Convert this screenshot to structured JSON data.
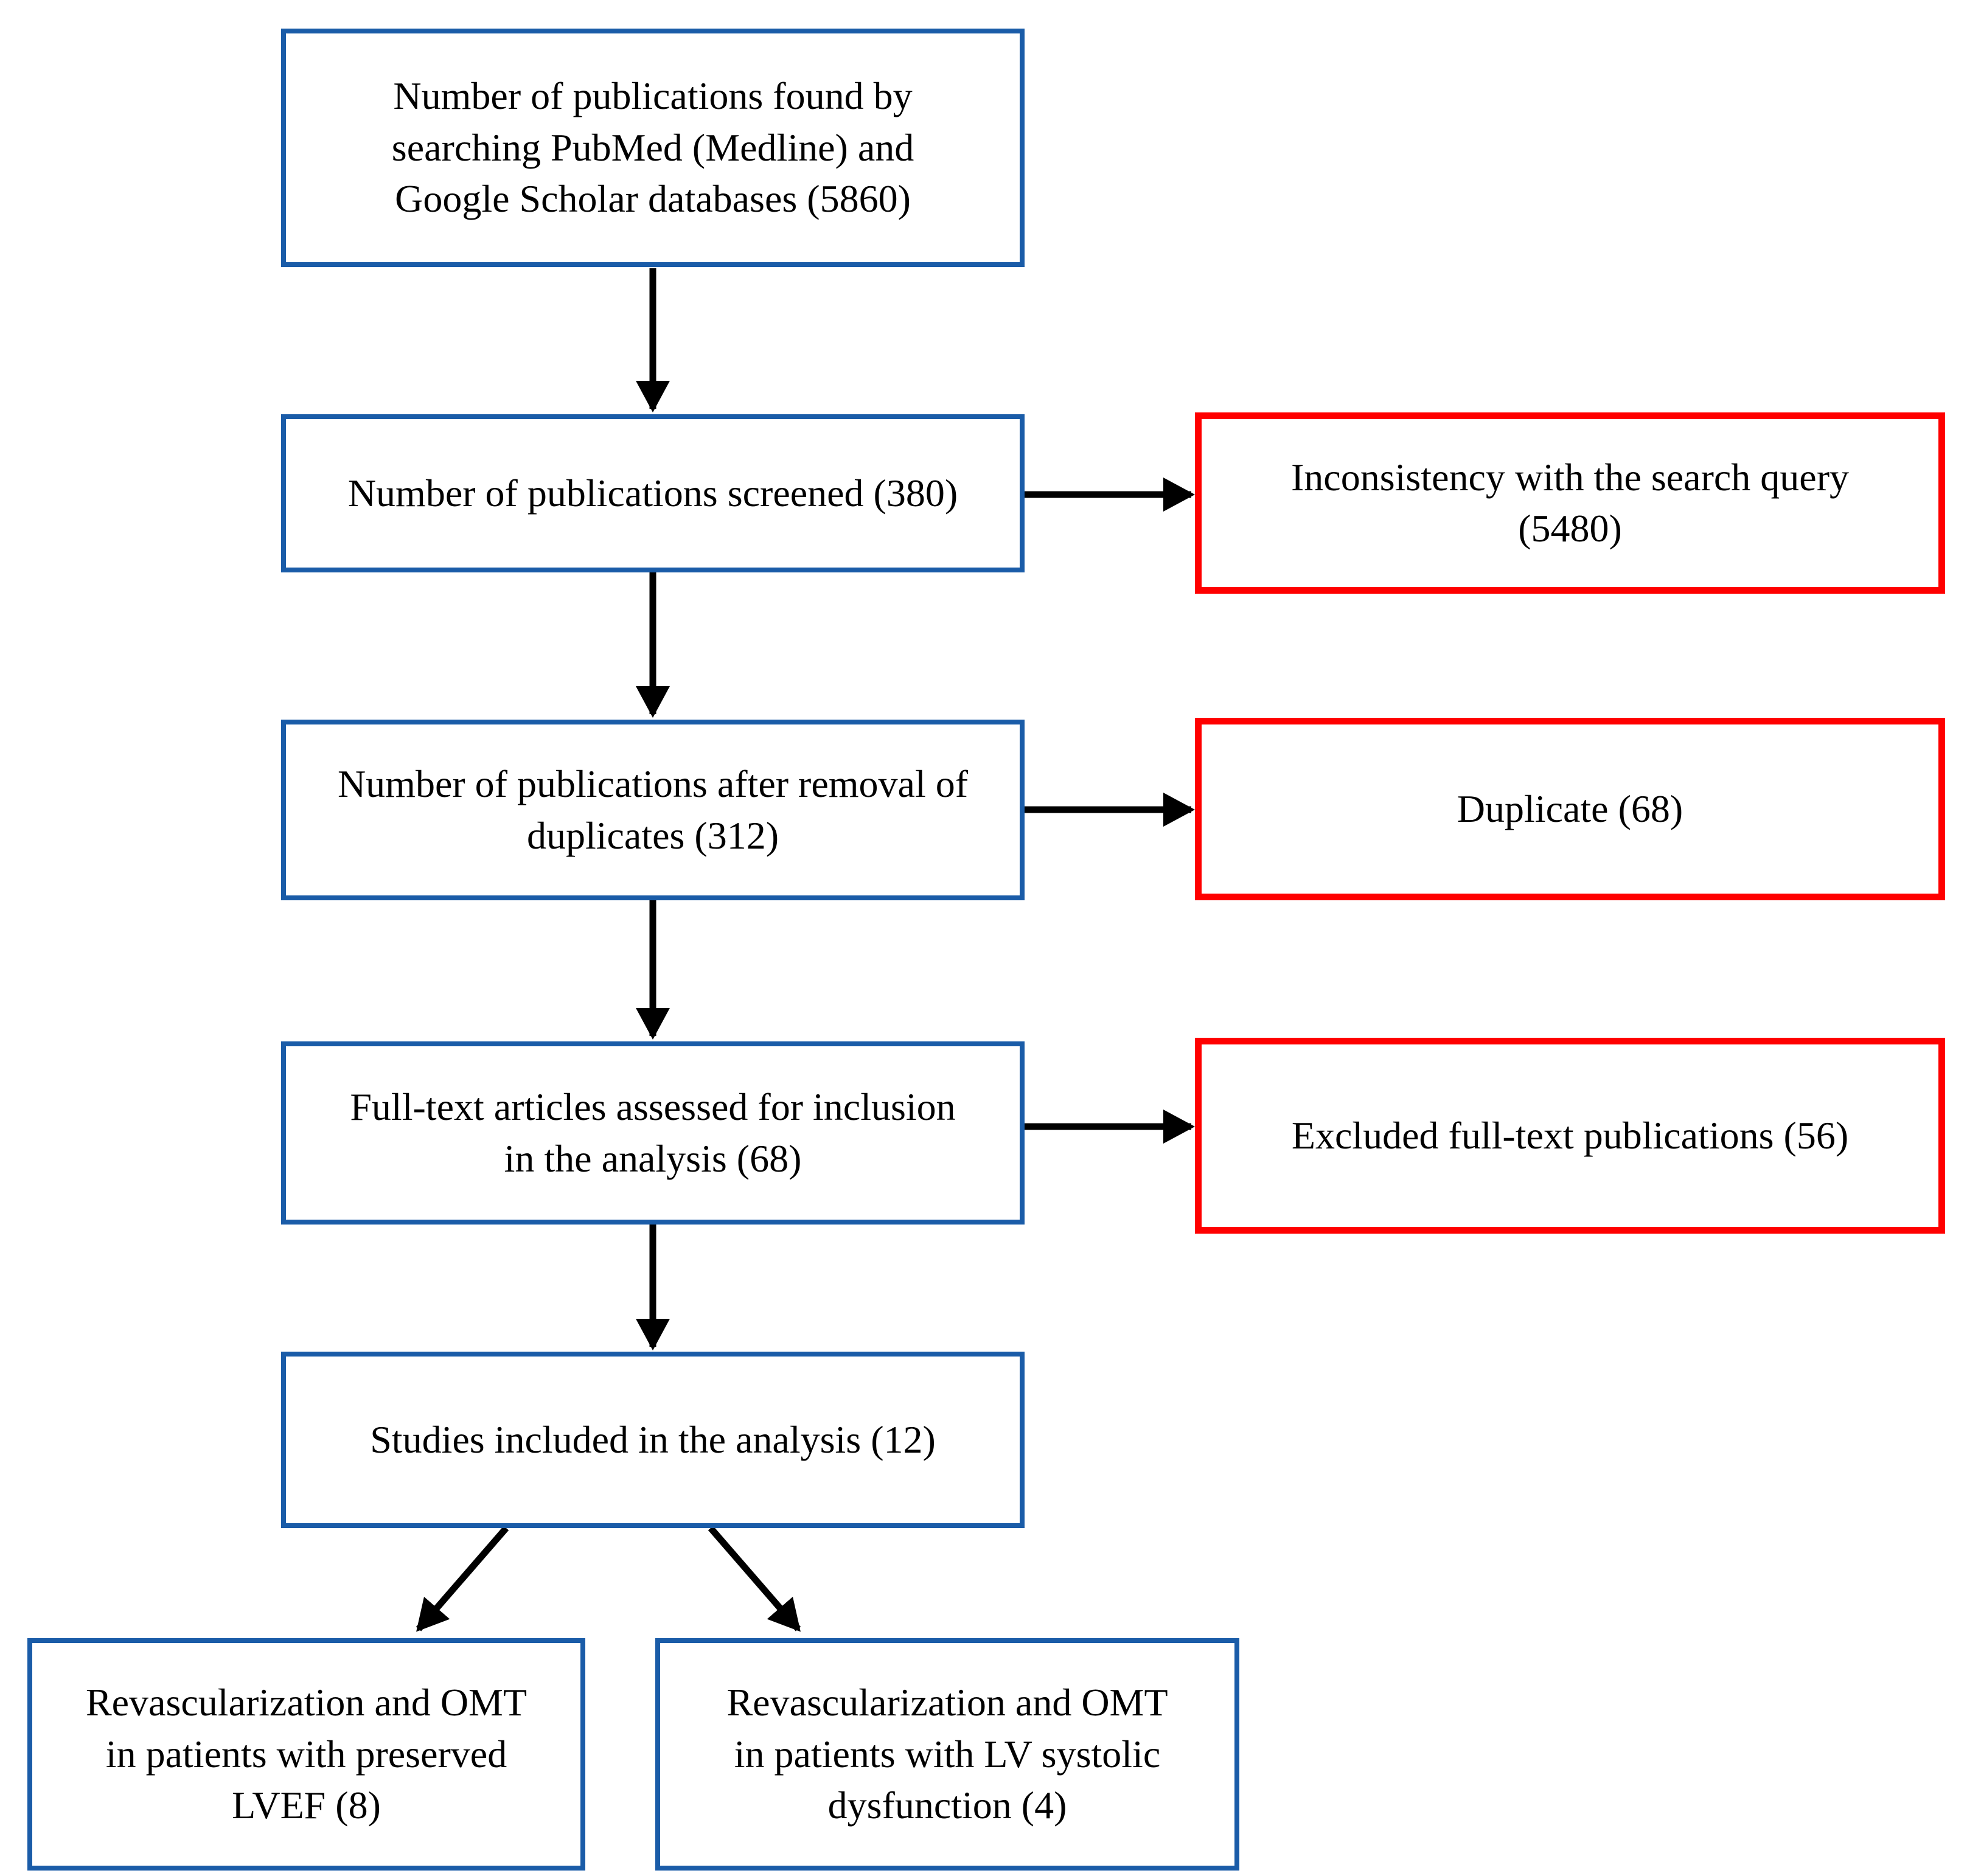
{
  "diagram": {
    "type": "flowchart",
    "colors": {
      "blue_border": "#1A5CA8",
      "red_border": "#FF0000",
      "arrow_color": "#000000",
      "text_color": "#000000",
      "background": "#FFFFFF"
    },
    "main_flow": [
      {
        "id": "found",
        "label": "Number of publications found by\nsearching PubMed (Medline) and\nGoogle Scholar databases (5860)",
        "count": 5860
      },
      {
        "id": "screened",
        "label": "Number of publications screened (380)",
        "count": 380
      },
      {
        "id": "deduplicated",
        "label": "Number of publications after removal of\nduplicates (312)",
        "count": 312
      },
      {
        "id": "fulltext",
        "label": "Full-text articles assessed for inclusion\nin the analysis (68)",
        "count": 68
      },
      {
        "id": "included",
        "label": "Studies included in the analysis (12)",
        "count": 12
      }
    ],
    "exclusions": [
      {
        "id": "inconsistency",
        "label": "Inconsistency with the search query\n(5480)",
        "count": 5480
      },
      {
        "id": "duplicate",
        "label": "Duplicate (68)",
        "count": 68
      },
      {
        "id": "excluded_fulltext",
        "label": "Excluded full-text publications (56)",
        "count": 56
      }
    ],
    "outcomes": [
      {
        "id": "preserved_lvef",
        "label": "Revascularization and OMT\nin patients with preserved\nLVEF (8)",
        "count": 8
      },
      {
        "id": "lv_systolic_dysfunction",
        "label": "Revascularization and OMT\nin patients with LV systolic\ndysfunction (4)",
        "count": 4
      }
    ]
  }
}
